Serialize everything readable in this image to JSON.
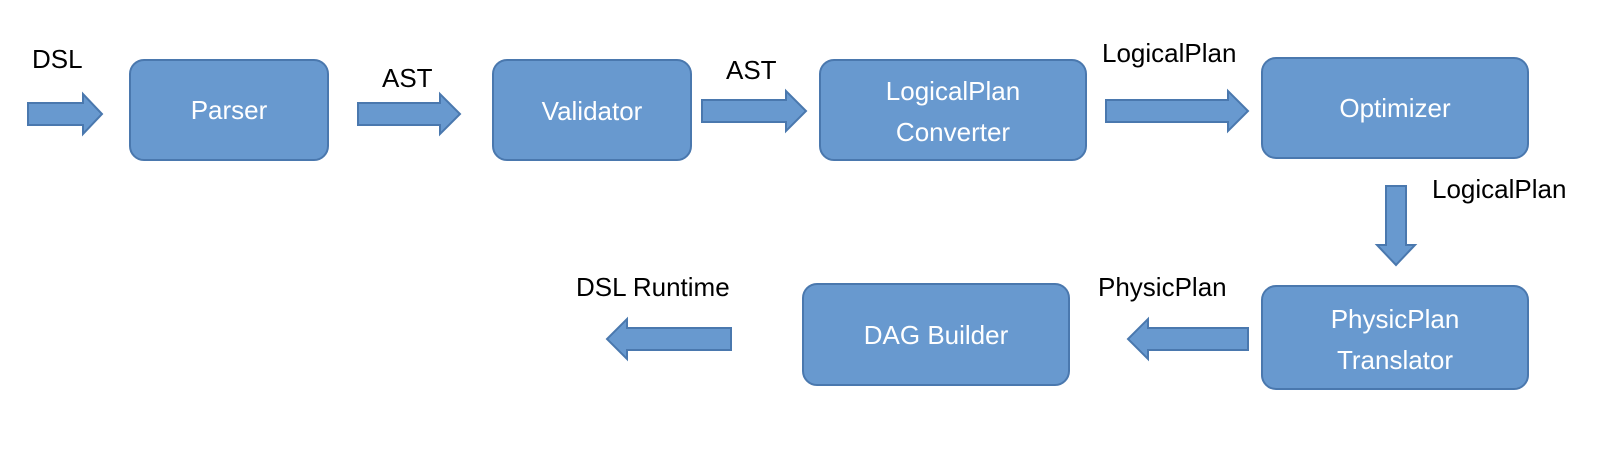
{
  "colors": {
    "node_fill": "#6899cf",
    "node_stroke": "#4a78ae",
    "node_text": "#ffffff",
    "arrow_fill": "#6899cf",
    "arrow_stroke": "#4a78ae",
    "label_text": "#000000"
  },
  "nodes": {
    "parser": {
      "label": "Parser"
    },
    "validator": {
      "label": "Validator"
    },
    "logicalplan_converter": {
      "line1": "LogicalPlan",
      "line2": "Converter"
    },
    "optimizer": {
      "label": "Optimizer"
    },
    "physicplan_translator": {
      "line1": "PhysicPlan",
      "line2": "Translator"
    },
    "dag_builder": {
      "label": "DAG Builder"
    }
  },
  "edges": {
    "dsl_input": {
      "label": "DSL"
    },
    "parser_to_validator": {
      "label": "AST"
    },
    "validator_to_converter": {
      "label": "AST"
    },
    "converter_to_optimizer": {
      "label": "LogicalPlan"
    },
    "optimizer_to_translator": {
      "label": "LogicalPlan"
    },
    "translator_to_dag": {
      "label": "PhysicPlan"
    },
    "dag_to_runtime": {
      "label": "DSL Runtime"
    }
  }
}
